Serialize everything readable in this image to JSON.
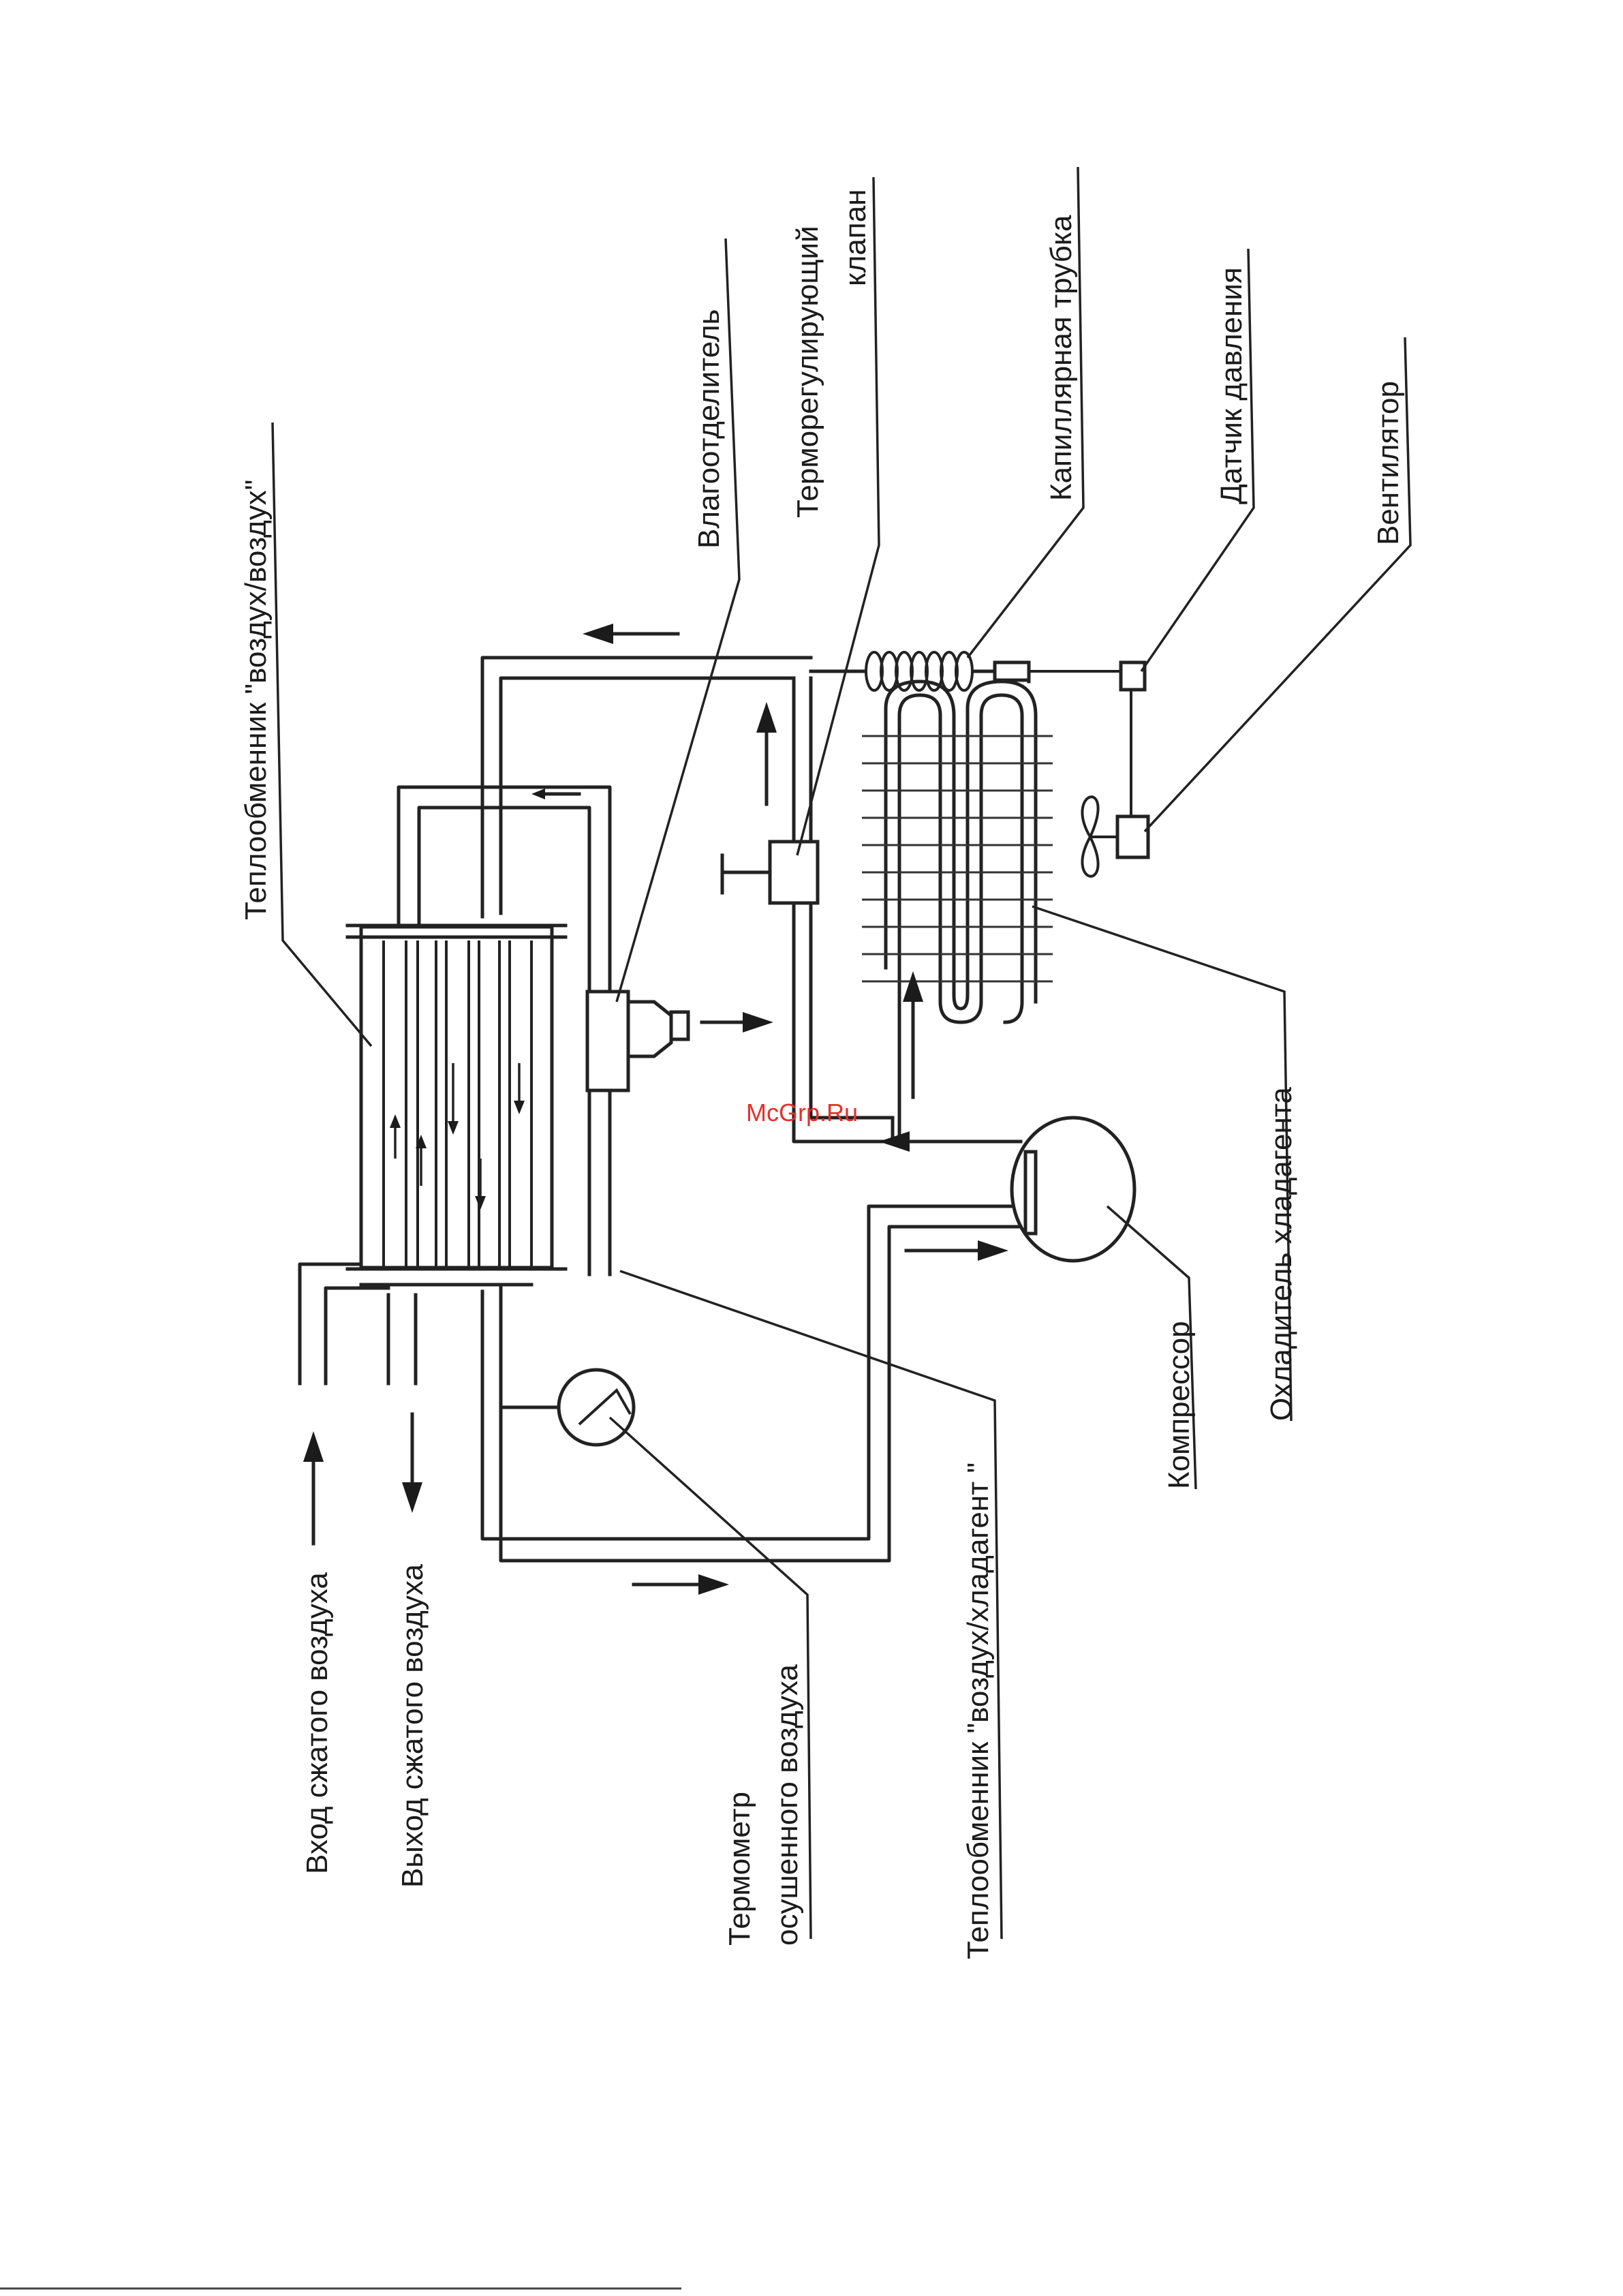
{
  "labels": {
    "air_inlet": "Вход сжатого воздуха",
    "air_outlet": "Выход сжатого воздуха",
    "thermometer_line1": "Термометр",
    "thermometer_line2": "осушенного воздуха",
    "hx_air_refrigerant": "Теплообменник \"воздух/хладагент \"",
    "compressor": "Компрессор",
    "refrigerant_cooler": "Охладитель хладагента",
    "hx_air_air": "Теплообменник \"воздух/воздух\"",
    "separator": "Влагоотделитель",
    "valve_line1": "Терморегулирующий",
    "valve_line2": "клапан",
    "capillary": "Капиллярная трубка",
    "pressure_sensor": "Датчик давления",
    "fan": "Вентилятор"
  },
  "watermark": "McGrp.Ru",
  "colors": {
    "line": "#222222",
    "watermark": "#e4312b",
    "background": "#ffffff"
  }
}
